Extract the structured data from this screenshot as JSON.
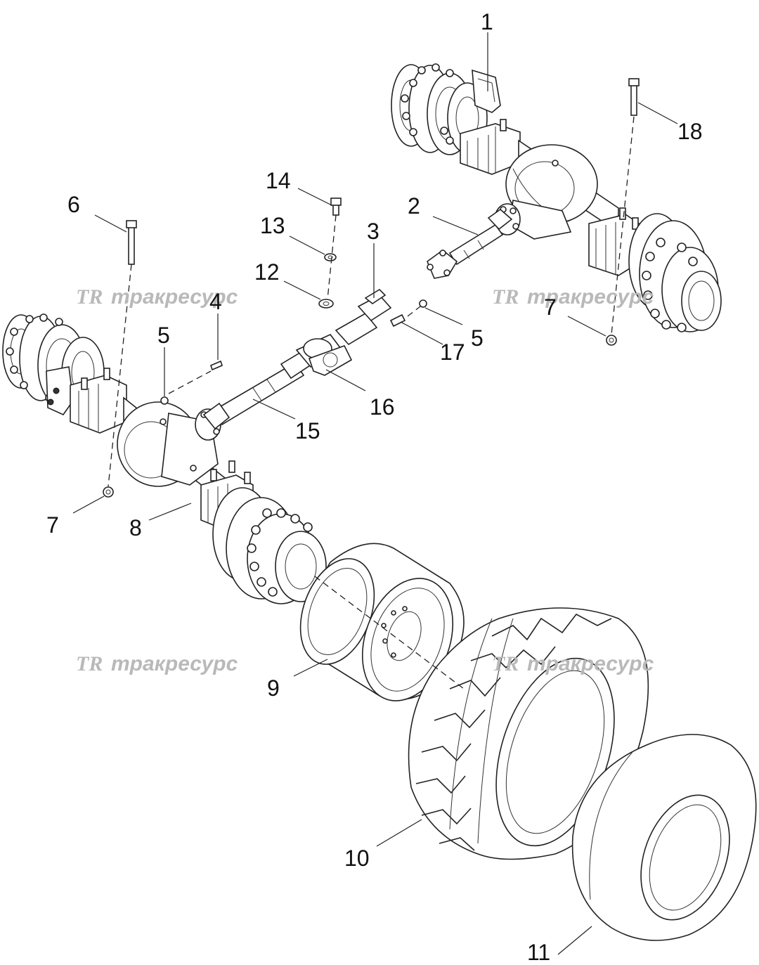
{
  "callouts": [
    {
      "id": "1",
      "label": "1"
    },
    {
      "id": "2",
      "label": "2"
    },
    {
      "id": "3",
      "label": "3"
    },
    {
      "id": "4",
      "label": "4"
    },
    {
      "id": "5a",
      "label": "5"
    },
    {
      "id": "5b",
      "label": "5"
    },
    {
      "id": "6",
      "label": "6"
    },
    {
      "id": "7a",
      "label": "7"
    },
    {
      "id": "7b",
      "label": "7"
    },
    {
      "id": "8",
      "label": "8"
    },
    {
      "id": "9",
      "label": "9"
    },
    {
      "id": "10",
      "label": "10"
    },
    {
      "id": "11",
      "label": "11"
    },
    {
      "id": "12",
      "label": "12"
    },
    {
      "id": "13",
      "label": "13"
    },
    {
      "id": "14",
      "label": "14"
    },
    {
      "id": "15",
      "label": "15"
    },
    {
      "id": "16",
      "label": "16"
    },
    {
      "id": "17",
      "label": "17"
    },
    {
      "id": "18",
      "label": "18"
    }
  ],
  "watermark": {
    "logo": "TR",
    "text": "тракресурс"
  }
}
